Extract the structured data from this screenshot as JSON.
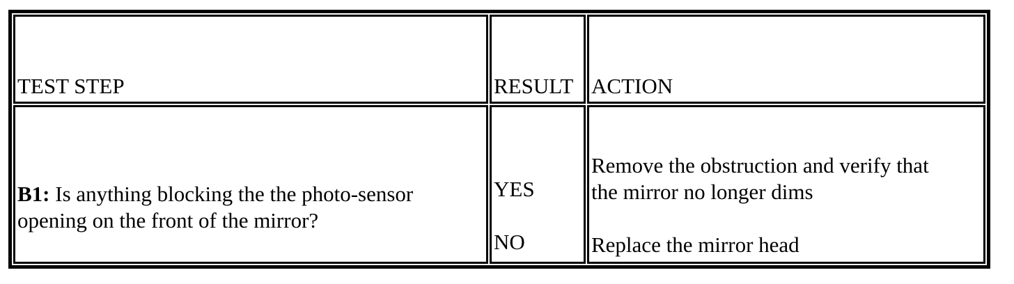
{
  "colors": {
    "border": "#000000",
    "text": "#000000",
    "background": "#ffffff"
  },
  "table": {
    "header": {
      "test_step": "TEST STEP",
      "result": "RESULT",
      "action": "ACTION"
    },
    "row": {
      "test_step": {
        "id": "B1:",
        "lines": [
          "Is anything blocking the the photo-sensor",
          "opening on the front of the mirror?"
        ]
      },
      "result": {
        "options": [
          "YES",
          "NO"
        ]
      },
      "action": {
        "paragraphs": [
          [
            "Remove the obstruction and verify that",
            "the mirror no longer dims"
          ],
          [
            "Replace the mirror head"
          ]
        ]
      }
    }
  }
}
